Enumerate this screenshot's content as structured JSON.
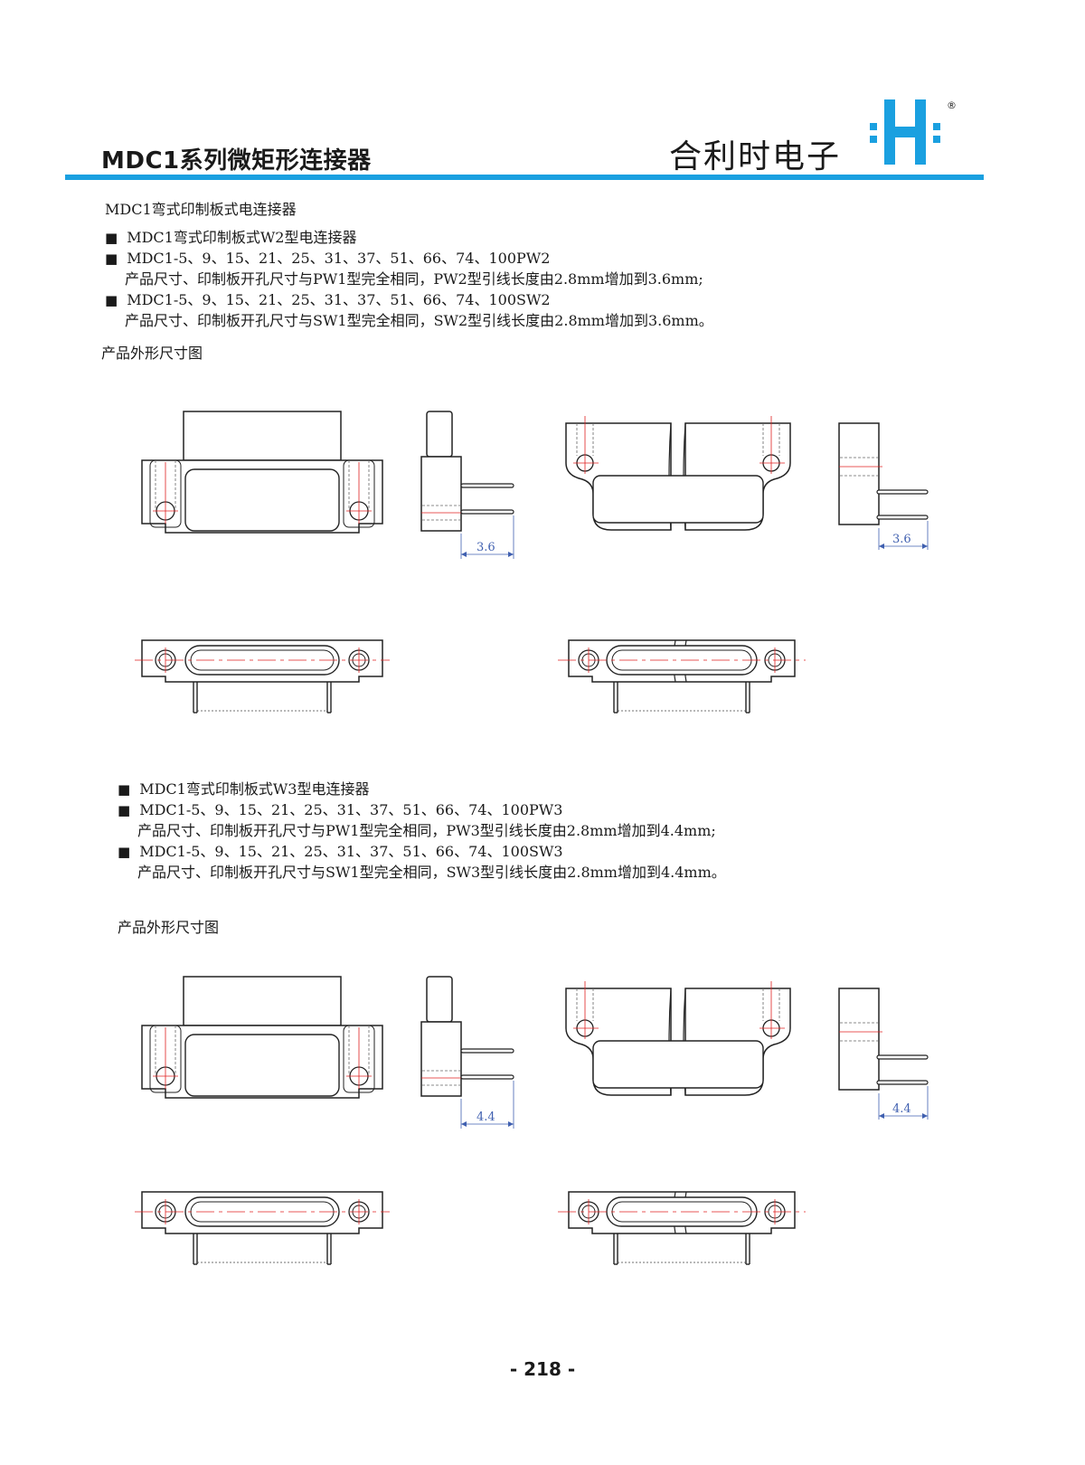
{
  "header": {
    "title": "MDC1系列微矩形连接器",
    "brand": "合利时电子",
    "registered": "®",
    "colors": {
      "bar": "#1aa0e0",
      "logo": "#1aa0e0",
      "centerline": "#e02020",
      "dimension": "#4060b0"
    }
  },
  "section1": {
    "heading": "MDC1弯式印制板式电连接器",
    "lines": [
      {
        "bullet": "■",
        "text": "MDC1弯式印制板式W2型电连接器"
      },
      {
        "bullet": "■",
        "text": "MDC1-5、9、15、21、25、31、37、51、66、74、100PW2"
      },
      {
        "bullet": "",
        "text": "产品尺寸、印制板开孔尺寸与PW1型完全相同，PW2型引线长度由2.8mm增加到3.6mm;"
      },
      {
        "bullet": "■",
        "text": "MDC1-5、9、15、21、25、31、37、51、66、74、100SW2"
      },
      {
        "bullet": "",
        "text": "产品尺寸、印制板开孔尺寸与SW1型完全相同，SW2型引线长度由2.8mm增加到3.6mm。"
      }
    ],
    "drawing_label": "产品外形尺寸图",
    "dim_value": "3.6"
  },
  "section2": {
    "lines": [
      {
        "bullet": "■",
        "text": "MDC1弯式印制板式W3型电连接器"
      },
      {
        "bullet": "■",
        "text": "MDC1-5、9、15、21、25、31、37、51、66、74、100PW3"
      },
      {
        "bullet": "",
        "text": "产品尺寸、印制板开孔尺寸与PW1型完全相同，PW3型引线长度由2.8mm增加到4.4mm;"
      },
      {
        "bullet": "■",
        "text": "MDC1-5、9、15、21、25、31、37、51、66、74、100SW3"
      },
      {
        "bullet": "",
        "text": "产品尺寸、印制板开孔尺寸与SW1型完全相同，SW3型引线长度由2.8mm增加到4.4mm。"
      }
    ],
    "drawing_label": "产品外形尺寸图",
    "dim_value": "4.4"
  },
  "footer": {
    "page_number": "- 218 -"
  }
}
